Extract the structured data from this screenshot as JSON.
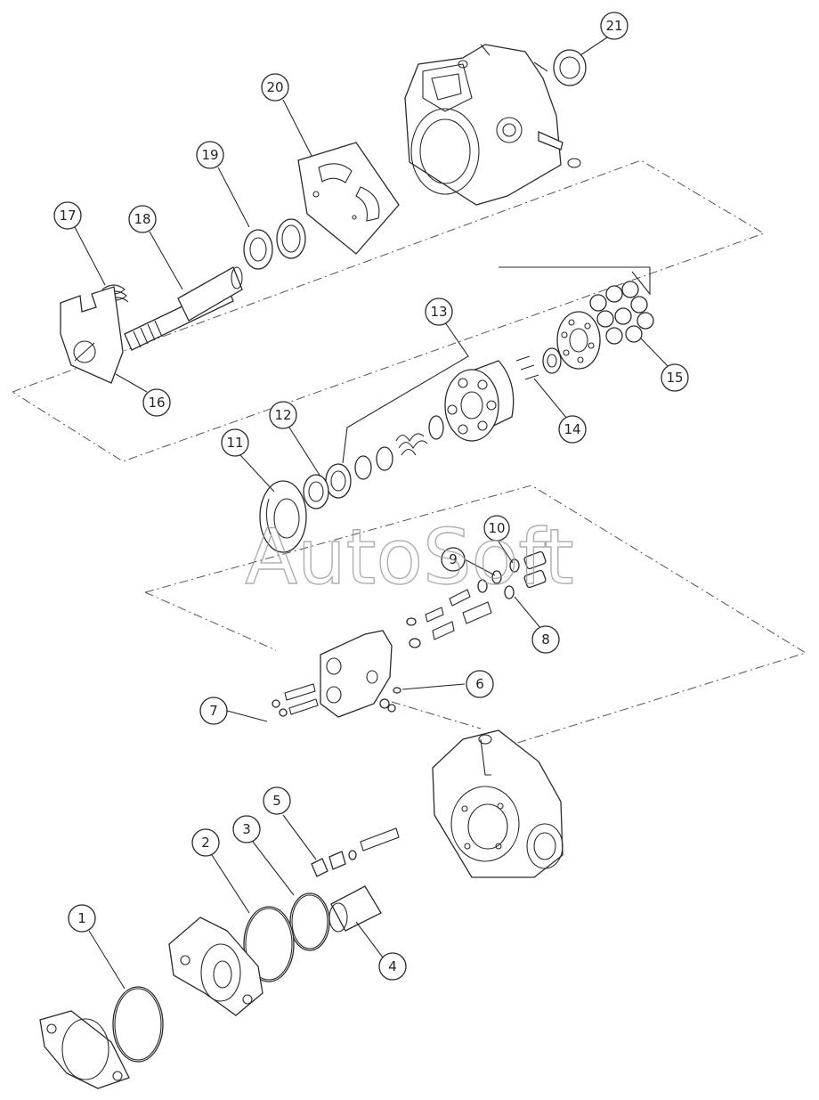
{
  "watermark": "AutoSoft",
  "callouts": [
    "1",
    "2",
    "3",
    "4",
    "5",
    "6",
    "7",
    "8",
    "9",
    "10",
    "11",
    "12",
    "13",
    "14",
    "15",
    "16",
    "17",
    "18",
    "19",
    "20",
    "21"
  ],
  "colors": {
    "line": "#2a2a2a",
    "background": "#ffffff",
    "watermark": "#9a9a9a"
  }
}
